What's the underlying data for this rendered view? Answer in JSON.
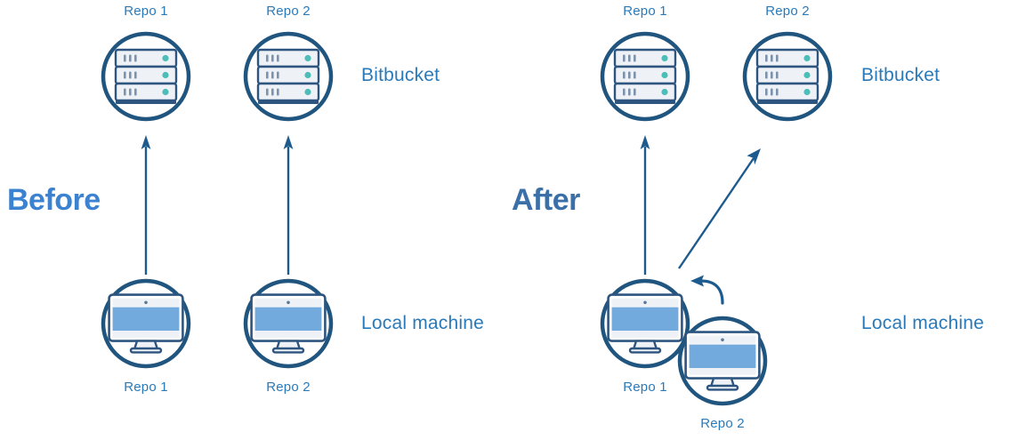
{
  "diagram": {
    "title_before": "Before",
    "title_after": "After",
    "colors": {
      "ring": "#20557f",
      "server_body": "#eef1f5",
      "server_border": "#2d5580",
      "server_dot": "#4dbdb8",
      "screen": "#72aadd",
      "monitor_border": "#2d5580",
      "arrow": "#1d5b8f",
      "label_text": "#2a7ab9",
      "before_text": "#3b82d0",
      "after_text": "#3a6fa8",
      "background": "#ffffff"
    },
    "before": {
      "section_label": "Before",
      "remote_row_label": "Bitbucket",
      "local_row_label": "Local machine",
      "remote_nodes": [
        {
          "label": "Repo 1",
          "icon": "server-icon"
        },
        {
          "label": "Repo 2",
          "icon": "server-icon"
        }
      ],
      "local_nodes": [
        {
          "label": "Repo 1",
          "icon": "monitor-icon"
        },
        {
          "label": "Repo 2",
          "icon": "monitor-icon"
        }
      ],
      "arrows": [
        {
          "name": "push-arrow-repo-1",
          "direction": "up"
        },
        {
          "name": "push-arrow-repo-2",
          "direction": "up"
        }
      ]
    },
    "after": {
      "section_label": "After",
      "remote_row_label": "Bitbucket",
      "local_row_label": "Local machine",
      "remote_nodes": [
        {
          "label": "Repo 1",
          "icon": "server-icon"
        },
        {
          "label": "Repo 2",
          "icon": "server-icon"
        }
      ],
      "local_nodes": [
        {
          "label": "Repo 1",
          "icon": "monitor-icon"
        },
        {
          "label": "Repo 2",
          "icon": "monitor-icon"
        }
      ],
      "arrows": [
        {
          "name": "push-arrow-repo-1",
          "direction": "up"
        },
        {
          "name": "push-arrow-repo-2-diagonal",
          "direction": "up-right"
        },
        {
          "name": "nested-repo-curved-arrow",
          "direction": "curve-left"
        }
      ]
    }
  }
}
